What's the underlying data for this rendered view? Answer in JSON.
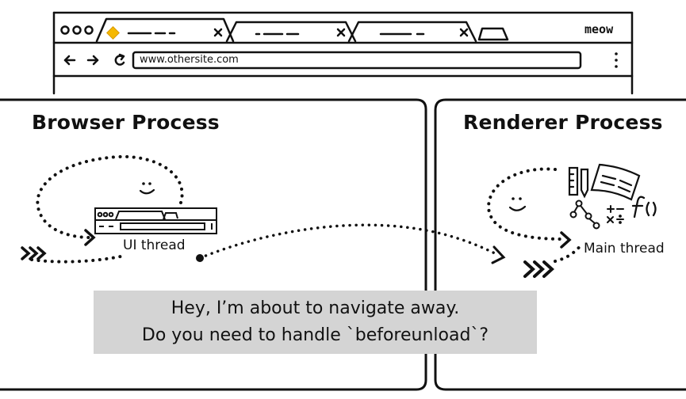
{
  "browser": {
    "tab_brand": "meow",
    "address": "www.othersite.com"
  },
  "browser_process": {
    "title": "Browser Process",
    "thread_label": "UI thread"
  },
  "renderer_process": {
    "title": "Renderer Process",
    "thread_label": "Main thread"
  },
  "message": {
    "line1": "Hey, I’m about to navigate away.",
    "line2": "Do you need to handle `beforeunload`?"
  }
}
